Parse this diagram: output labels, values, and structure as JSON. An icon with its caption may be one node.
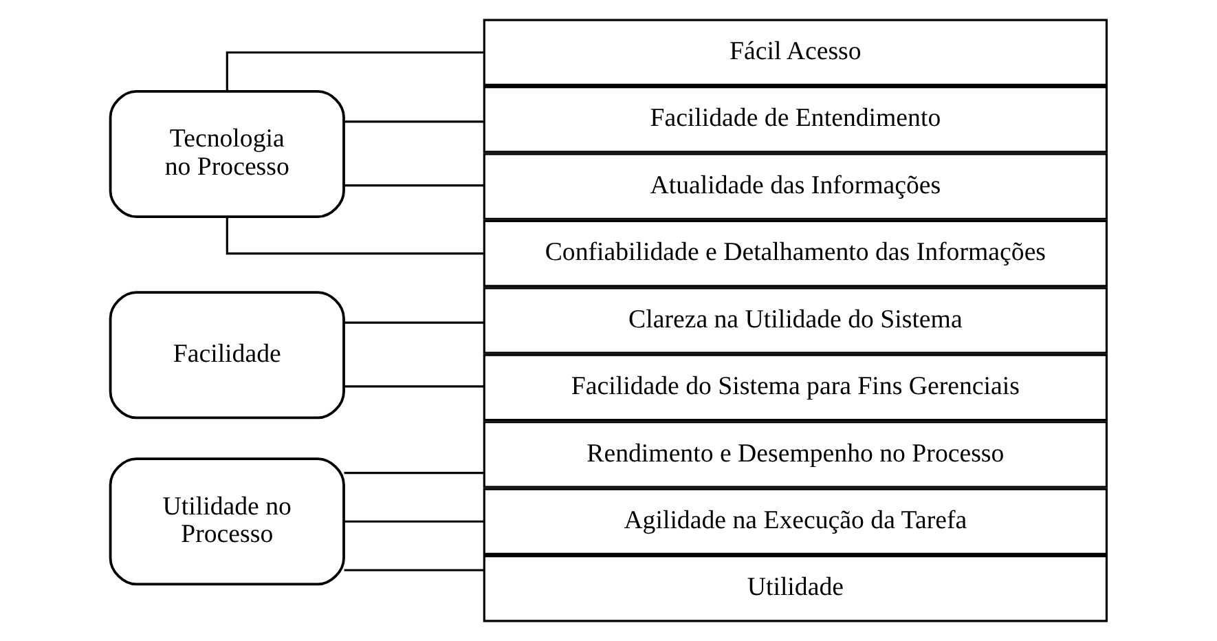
{
  "diagram": {
    "nodes": [
      {
        "text": [
          "Utilidade no Processo"
        ]
      },
      {
        "text": [
          "Rendimento e Desempenho no Processo"
        ]
      },
      {
        "text": [
          "Agilidade na Execução da Tarefa"
        ]
      },
      {
        "text": [
          "Utilidade"
        ]
      },
      {
        "text": [
          "Facilidade"
        ]
      },
      {
        "text": [
          "Clareza na Utilidade do Sistema"
        ]
      },
      {
        "text": [
          "Facilidade do Sistema para Fins Gerenciais"
        ]
      },
      {
        "text": [
          "Tecnologia no Processo"
        ]
      },
      {
        "text": [
          "Fácil Acesso"
        ]
      },
      {
        "text": [
          "Facilidade de Entendimento"
        ]
      },
      {
        "text": [
          "Atualidade das Informações"
        ]
      },
      {
        "text": [
          "Confiabilidade e Detalhamento das Informações"
        ]
      }
    ],
    "edges": [
      {
        "from": 0,
        "to": 1,
        "arrow": "none"
      },
      {
        "from": 0,
        "to": 2,
        "arrow": "none"
      },
      {
        "from": 0,
        "to": 3,
        "arrow": "none"
      },
      {
        "from": 4,
        "to": 5,
        "arrow": "none"
      },
      {
        "from": 4,
        "to": 6,
        "arrow": "none"
      },
      {
        "from": 7,
        "to": 8,
        "arrow": "none"
      },
      {
        "from": 7,
        "to": 9,
        "arrow": "none"
      },
      {
        "from": 7,
        "to": 10,
        "arrow": "none"
      },
      {
        "from": 7,
        "to": 11,
        "arrow": "none"
      }
    ]
  }
}
